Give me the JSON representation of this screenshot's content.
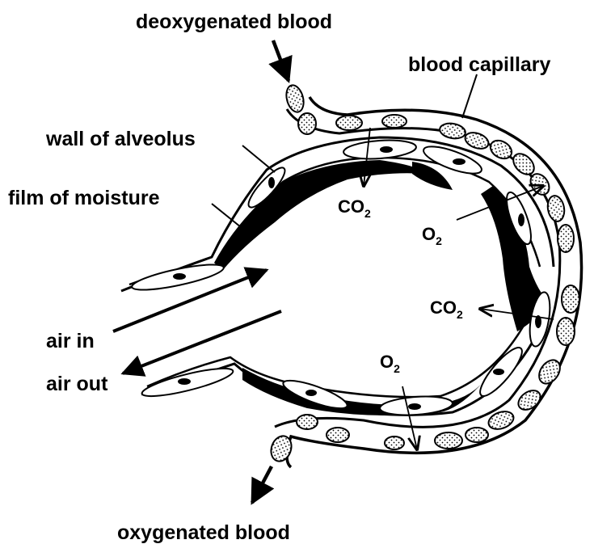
{
  "labels": {
    "deoxygenated": "deoxygenated blood",
    "capillary": "blood capillary",
    "wall": "wall of alveolus",
    "moisture": "film of moisture",
    "air_in": "air in",
    "air_out": "air out",
    "oxygenated": "oxygenated blood"
  },
  "gases": {
    "co2_main": "CO",
    "co2_main_sub": "2",
    "o2_top": "O",
    "o2_top_sub": "2",
    "co2_right": "CO",
    "co2_right_sub": "2",
    "o2_bottom": "O",
    "o2_bottom_sub": "2"
  },
  "colors": {
    "ink": "#000000",
    "paper": "#ffffff"
  }
}
